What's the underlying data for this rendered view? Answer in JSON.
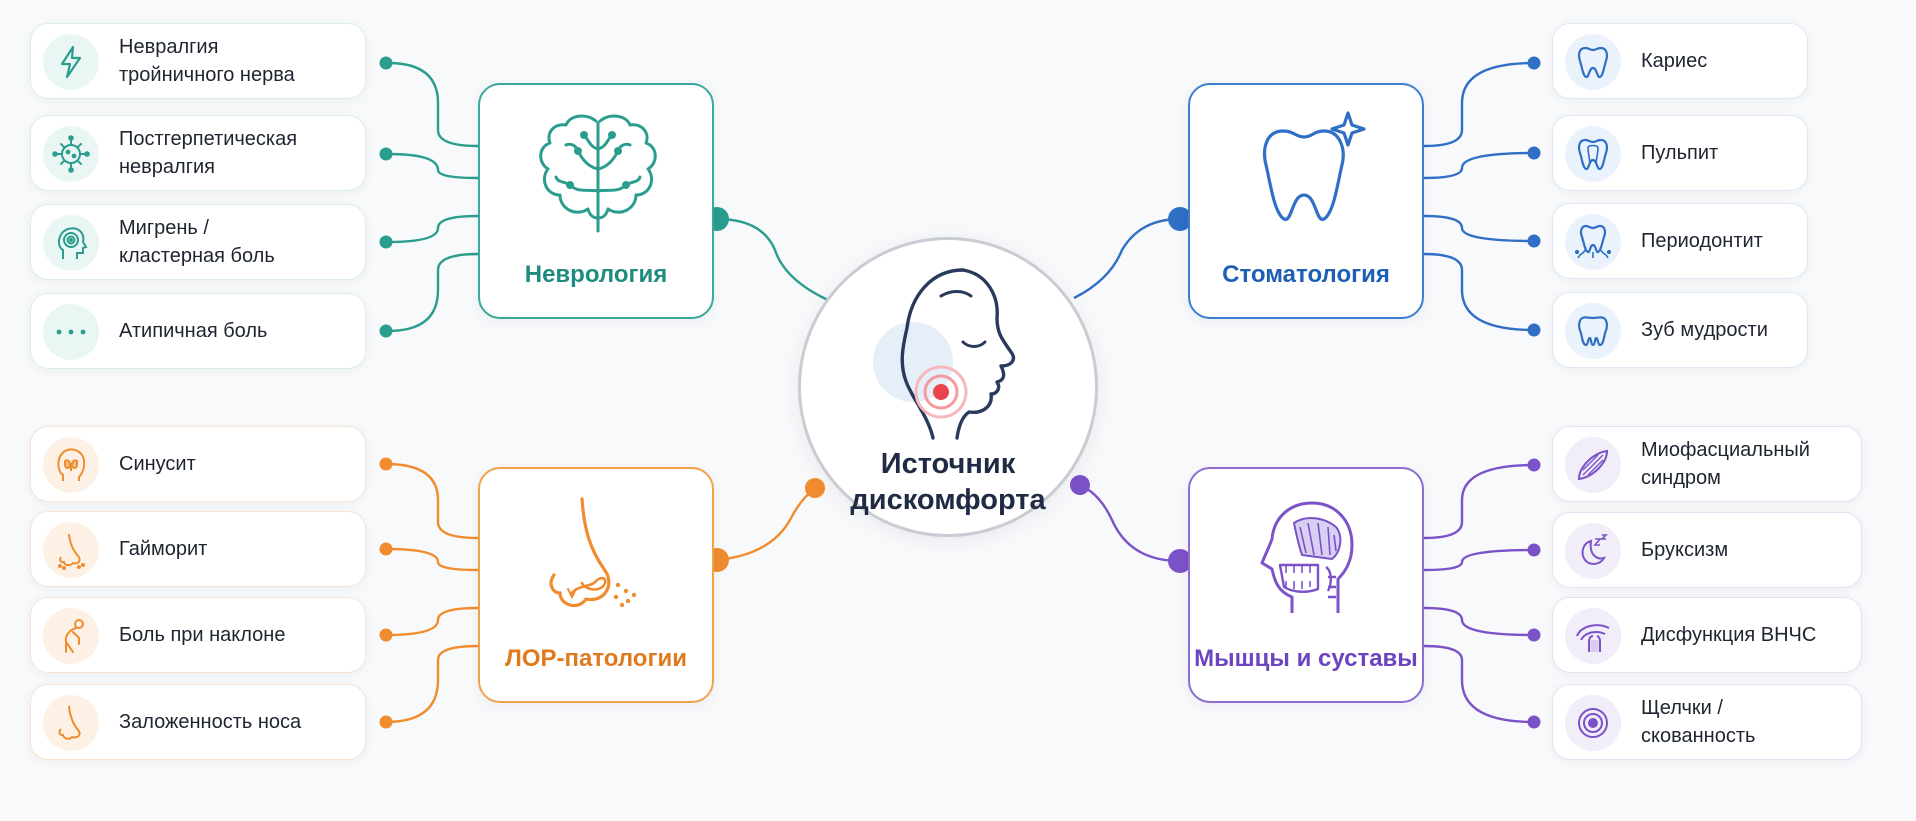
{
  "center": {
    "title_line1": "Источник",
    "title_line2": "дискомфорта"
  },
  "colors": {
    "neurology": "#2a9d8f",
    "dentistry": "#2f6fc6",
    "ent": "#f08c2e",
    "muscles": "#7b52c8",
    "pain_red": "#e8454f"
  },
  "categories": {
    "neurology": {
      "title": "Неврология",
      "icon": "brain-icon",
      "items": [
        {
          "line1": "Невралгия",
          "line2": "тройничного нерва",
          "icon": "lightning-icon"
        },
        {
          "line1": "Постгерпетическая",
          "line2": "невралгия",
          "icon": "virus-icon"
        },
        {
          "line1": "Мигрень /",
          "line2": "кластерная боль",
          "icon": "head-profile-icon"
        },
        {
          "line1": "Атипичная боль",
          "line2": "",
          "icon": "dots-icon"
        }
      ]
    },
    "dentistry": {
      "title": "Стоматология",
      "icon": "tooth-sparkle-icon",
      "items": [
        {
          "line1": "Кариес",
          "line2": "",
          "icon": "tooth-icon"
        },
        {
          "line1": "Пульпит",
          "line2": "",
          "icon": "tooth-pulp-icon"
        },
        {
          "line1": "Периодонтит",
          "line2": "",
          "icon": "tooth-inflamed-icon"
        },
        {
          "line1": "Зуб мудрости",
          "line2": "",
          "icon": "molar-icon"
        }
      ]
    },
    "ent": {
      "title": "ЛОР-патологии",
      "icon": "nose-icon",
      "items": [
        {
          "line1": "Синусит",
          "line2": "",
          "icon": "sinus-head-icon"
        },
        {
          "line1": "Гайморит",
          "line2": "",
          "icon": "nose-small-icon"
        },
        {
          "line1": "Боль при наклоне",
          "line2": "",
          "icon": "bending-person-icon"
        },
        {
          "line1": "Заложенность носа",
          "line2": "",
          "icon": "nose-outline-icon"
        }
      ]
    },
    "muscles": {
      "title": "Мышцы и суставы",
      "icon": "skull-jaw-icon",
      "items": [
        {
          "line1": "Миофасциальный",
          "line2": "синдром",
          "icon": "muscle-icon"
        },
        {
          "line1": "Бруксизм",
          "line2": "",
          "icon": "moon-sleep-icon"
        },
        {
          "line1": "Дисфункция ВНЧС",
          "line2": "",
          "icon": "joint-icon"
        },
        {
          "line1": "Щелчки /",
          "line2": "скованность",
          "icon": "target-icon"
        }
      ]
    }
  }
}
